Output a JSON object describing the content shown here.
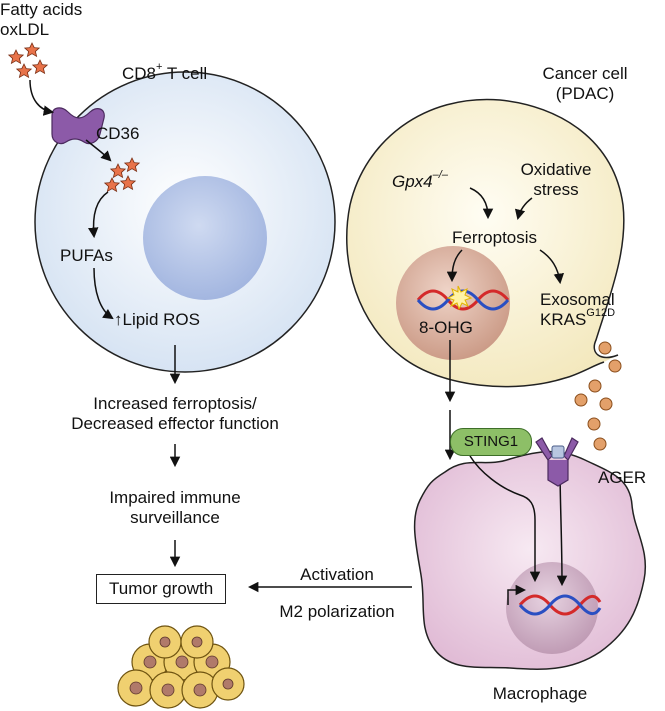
{
  "lipids": {
    "line1": "Fatty acids",
    "line2": "oxLDL"
  },
  "tcell": {
    "title_main": "CD8",
    "title_sup": "+",
    "title_rest": " T cell"
  },
  "receptor": {
    "label": "CD36"
  },
  "pufa": {
    "label": "PUFAs"
  },
  "lipid_ros": {
    "arrow": "↑",
    "label": "Lipid ROS"
  },
  "outcome1": {
    "line1": "Increased ferroptosis/",
    "line2": "Decreased effector function"
  },
  "outcome2": {
    "line1": "Impaired immune",
    "line2": "surveillance"
  },
  "tumor": {
    "label": "Tumor growth"
  },
  "cancer": {
    "line1": "Cancer cell",
    "line2": "(PDAC)"
  },
  "gpx": {
    "main": "Gpx4",
    "sup": "–/–"
  },
  "oxidative": {
    "line1": "Oxidative",
    "line2": "stress"
  },
  "ferroptosis": {
    "label": "Ferroptosis"
  },
  "ohg": {
    "label": "8-OHG"
  },
  "kras": {
    "line1": "Exosomal",
    "line2_main": "KRAS",
    "line2_sup": "G12D"
  },
  "ager": {
    "label": "AGER"
  },
  "sting": {
    "label": "STING1"
  },
  "macrophage": {
    "label": "Macrophage"
  },
  "arrow_labels": {
    "top": "Activation",
    "bottom": "M2 polarization"
  },
  "colors": {
    "tcell_fill": "#e3ecf7",
    "tcell_nucleus": "#b5c6e8",
    "cancer_fill": "#f8f1d3",
    "cancer_nucleus": "#d9b2a2",
    "macrophage_fill": "#ecd1e4",
    "macrophage_nucleus": "#cfb0c6",
    "star": "#e8734a",
    "receptor": "#8c5aa8",
    "exosome": "#e3a06a",
    "sting": "#8dbf67",
    "dna_red": "#d42a2a",
    "dna_blue": "#2a4fc2",
    "tumor_cell": "#f0d070"
  }
}
